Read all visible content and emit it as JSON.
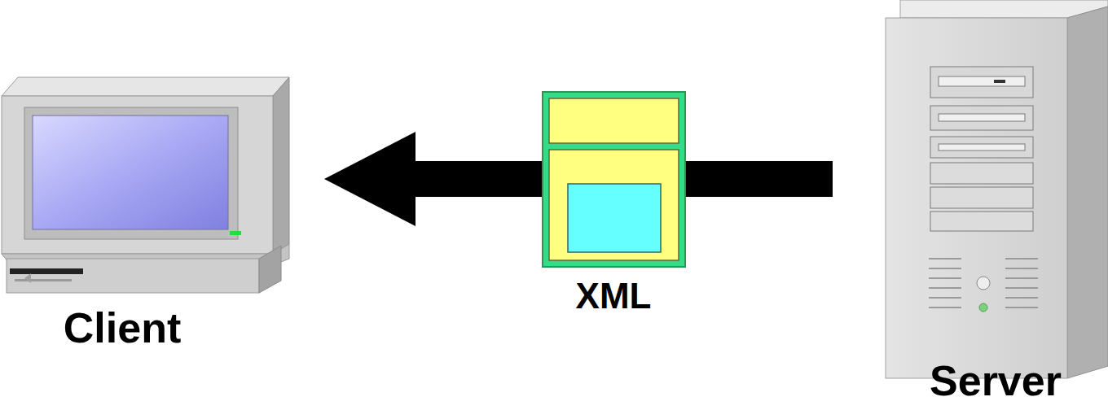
{
  "diagram": {
    "nodes": [
      {
        "text": [
          "Client"
        ]
      },
      {
        "text": [
          "Server"
        ]
      }
    ],
    "edges": [
      {
        "from": 1,
        "to": 0,
        "arrow": "to",
        "label": "XML"
      }
    ]
  }
}
